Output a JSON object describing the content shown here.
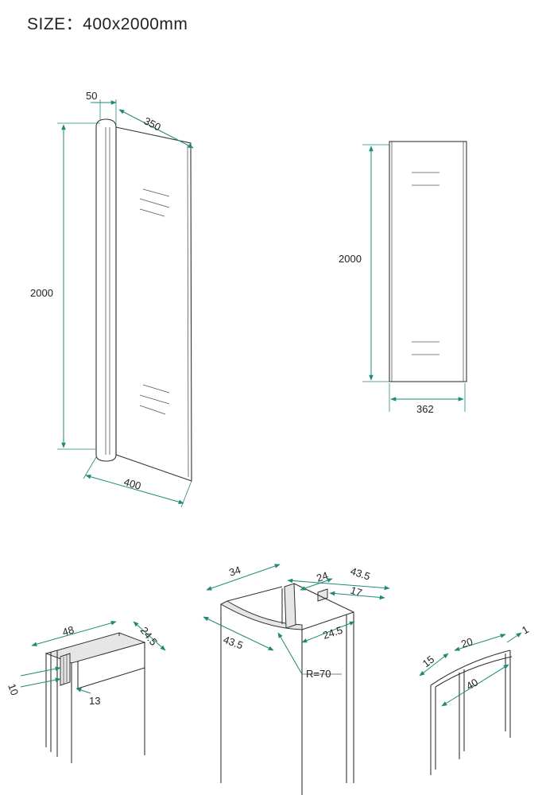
{
  "title": "SIZE：400x2000mm",
  "colors": {
    "dimension": "#1f8a78",
    "outline": "#333333"
  },
  "panel_door": {
    "top_width": "50",
    "top_depth": "350",
    "height": "2000",
    "bottom_width": "400"
  },
  "panel_fixed": {
    "height": "2000",
    "width": "362"
  },
  "profile_wall": {
    "width": "48",
    "depth": "24.5",
    "inner": "10",
    "gap": "13"
  },
  "profile_curved": {
    "top_left": "34",
    "top_right_1": "24",
    "top_right_2": "43.5",
    "top_right_3": "17",
    "side": "24.5",
    "bottom_left": "43.5",
    "radius": "R=70"
  },
  "profile_seal": {
    "left": "15",
    "middle": "20",
    "long": "40",
    "thickness": "1"
  }
}
